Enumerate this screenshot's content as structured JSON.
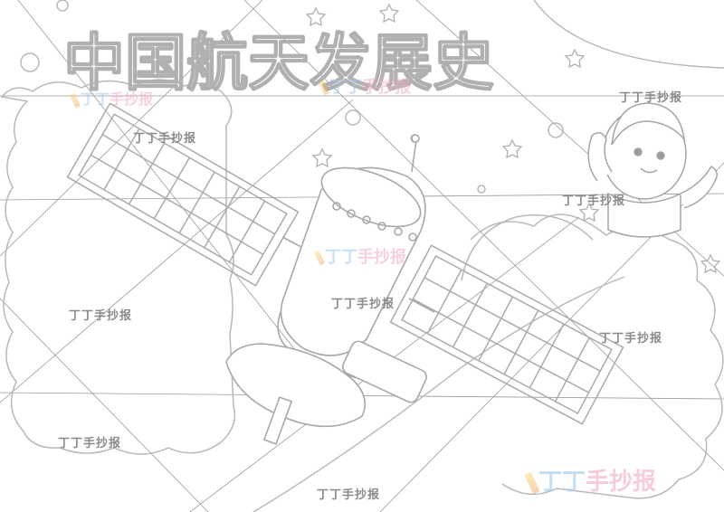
{
  "title": "中国航天发展史",
  "watermark_small": "丁丁手抄报",
  "watermark_logo": {
    "part1": "丁丁",
    "part2": "手抄报"
  },
  "colors": {
    "line": "#b9b9b9",
    "guide": "#8f8f8f",
    "wm_text": "#8a8a8a",
    "logo_blue": "#9ec9ee",
    "logo_pink": "#f3a9c6"
  }
}
